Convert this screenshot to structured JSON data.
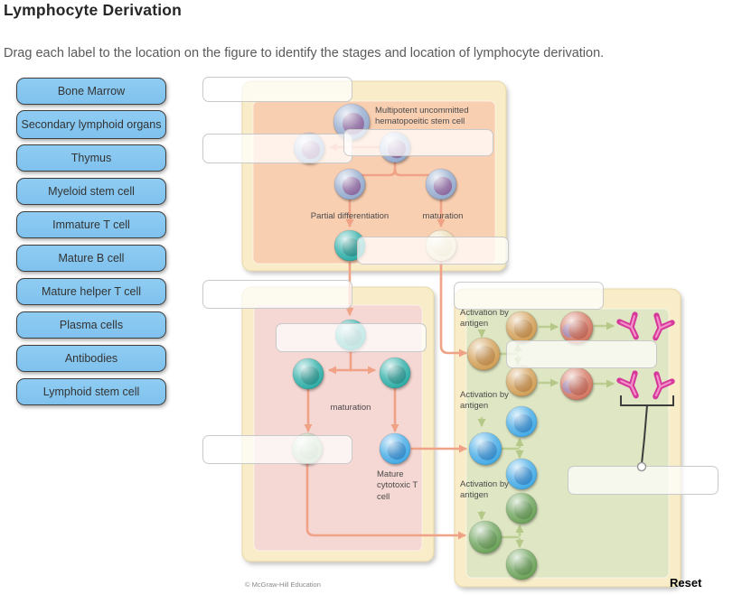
{
  "page": {
    "title": "Lymphocyte Derivation",
    "instruction": "Drag each label to the location on the figure to identify the stages and location of lymphocyte derivation.",
    "reset_label": "Reset",
    "copyright": "© McGraw-Hill Education"
  },
  "labels": {
    "items": [
      {
        "label": "Bone Marrow"
      },
      {
        "label": "Secondary lymphoid organs"
      },
      {
        "label": "Thymus"
      },
      {
        "label": "Myeloid stem cell"
      },
      {
        "label": "Immature T cell"
      },
      {
        "label": "Mature B cell"
      },
      {
        "label": "Mature helper T cell"
      },
      {
        "label": "Plasma cells"
      },
      {
        "label": "Antibodies"
      },
      {
        "label": "Lymphoid stem cell"
      }
    ]
  },
  "figure": {
    "annotations": {
      "stem_cell": "Multipotent uncommitted hematopoeitic stem cell",
      "partial_differentiation": "Partial differentiation",
      "maturation_top": "maturation",
      "maturation_thymus": "maturation",
      "mature_cytotoxic": "Mature cytotoxic T cell",
      "activation_1": "Activation by antigen",
      "activation_2": "Activation by antigen",
      "activation_3": "Activation by antigen"
    },
    "drop_zone_count": 10
  },
  "colors": {
    "label_button_bg": "#8fccf2",
    "label_button_bg2": "#7fc2ee",
    "label_button_border": "#3f3f3f",
    "drop_zone_border": "#c9c9c9",
    "box_cream": "#f8edc8",
    "box_orange": "#f9cfb2",
    "box_pink": "#f5d7d3",
    "box_green": "#dee6c3",
    "arrow_salmon": "#f0a287",
    "arrow_green": "#bcce92",
    "antibody_pink": "#d6399b",
    "antibody_pink_light": "#f391c8"
  }
}
